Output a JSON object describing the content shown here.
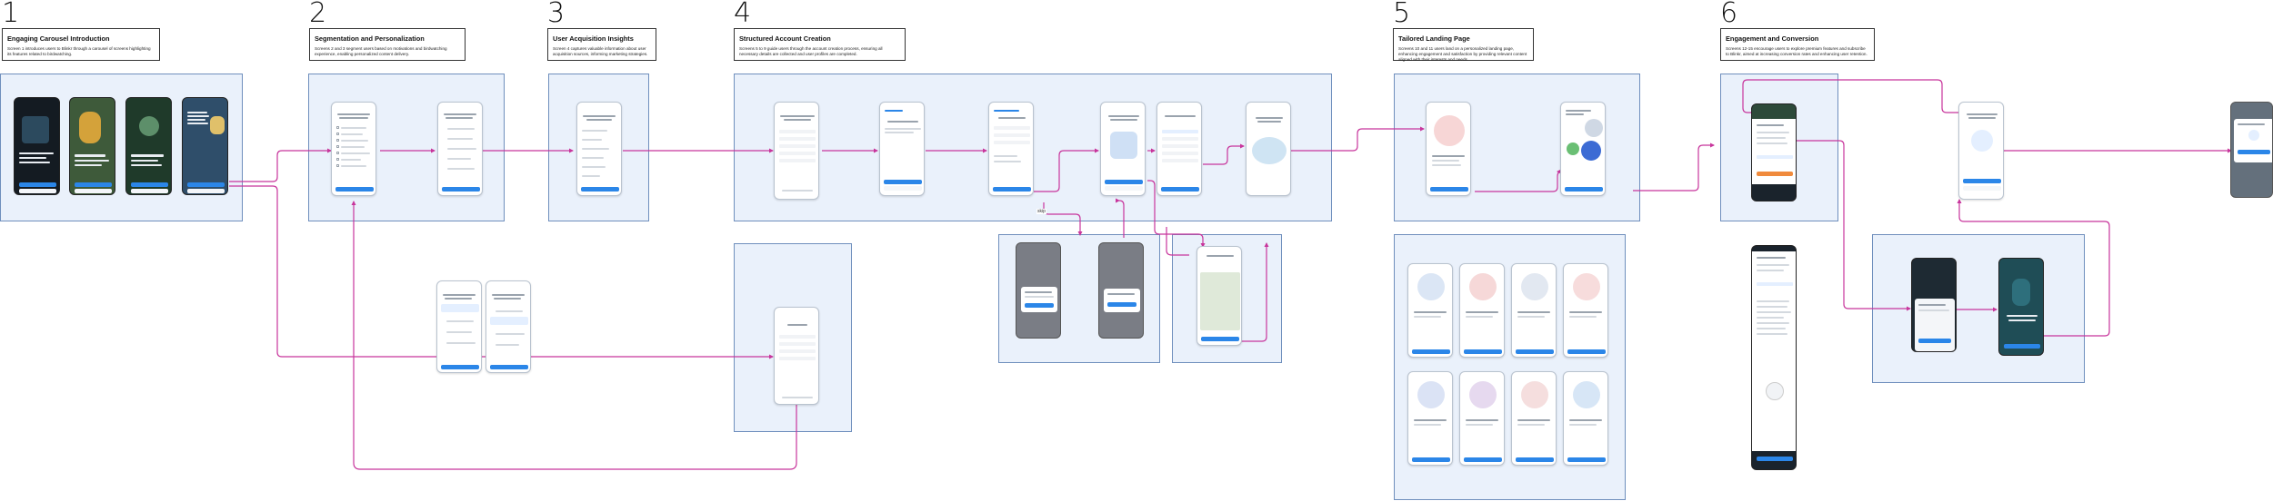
{
  "steps": [
    {
      "num": "1",
      "title": "Engaging Carousel Introduction",
      "text": "Screen 1 introduces users to Blinkr through a carousel of screens highlighting its features related to birdwatching."
    },
    {
      "num": "2",
      "title": "Segmentation and Personalization",
      "text": "Screens 2 and 3 segment users based on motivations and birdwatching experience, enabling personalized content delivery."
    },
    {
      "num": "3",
      "title": "User Acquisition Insights",
      "text": "Screen 4 captures valuable information about user acquisition sources, informing marketing strategies."
    },
    {
      "num": "4",
      "title": "Structured Account Creation",
      "text": "Screens 5 to 9 guide users through the account creation process, ensuring all necessary details are collected and user profiles are completed."
    },
    {
      "num": "5",
      "title": "Tailored Landing Page",
      "text": "Screens 10 and 11 users land on a personalized landing page, enhancing engagement and satisfaction by providing relevant content aligned with their interests and needs."
    },
    {
      "num": "6",
      "title": "Engagement and Conversion",
      "text": "Screens 12-15 encourage users to explore premium features and subscribe to Blinkr, aimed at increasing conversion rates and enhancing user retention."
    }
  ],
  "colors": {
    "accent": "#2b86e8",
    "panel_bg": "#eaf1fb",
    "panel_border": "#6f8fbd",
    "connector": "#c8359c"
  },
  "connector_label": "skip"
}
